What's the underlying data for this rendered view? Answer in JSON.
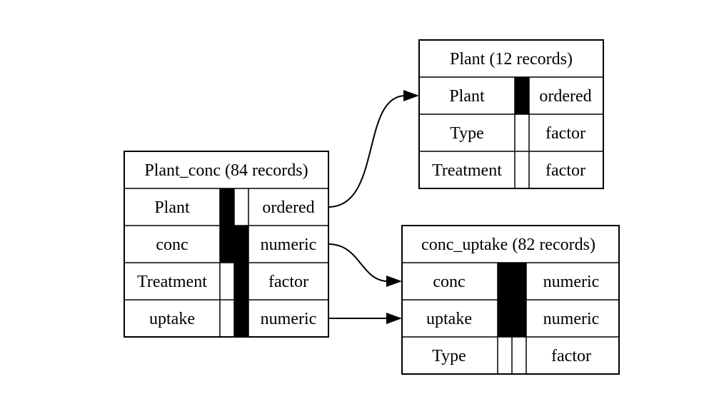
{
  "tables": [
    {
      "id": "plant-conc",
      "title": "Plant_conc (84 records)",
      "columns": [
        {
          "name": "Plant",
          "type": "ordered"
        },
        {
          "name": "conc",
          "type": "numeric"
        },
        {
          "name": "Treatment",
          "type": "factor"
        },
        {
          "name": "uptake",
          "type": "numeric"
        }
      ]
    },
    {
      "id": "plant",
      "title": "Plant (12 records)",
      "columns": [
        {
          "name": "Plant",
          "type": "ordered"
        },
        {
          "name": "Type",
          "type": "factor"
        },
        {
          "name": "Treatment",
          "type": "factor"
        }
      ]
    },
    {
      "id": "conc-uptake",
      "title": "conc_uptake (82 records)",
      "columns": [
        {
          "name": "conc",
          "type": "numeric"
        },
        {
          "name": "uptake",
          "type": "numeric"
        },
        {
          "name": "Type",
          "type": "factor"
        }
      ]
    }
  ],
  "relations": [
    {
      "from": "Plant_conc.Plant",
      "to": "Plant.Plant"
    },
    {
      "from": "Plant_conc.conc",
      "to": "conc_uptake.conc"
    },
    {
      "from": "Plant_conc.uptake",
      "to": "conc_uptake.uptake"
    }
  ]
}
